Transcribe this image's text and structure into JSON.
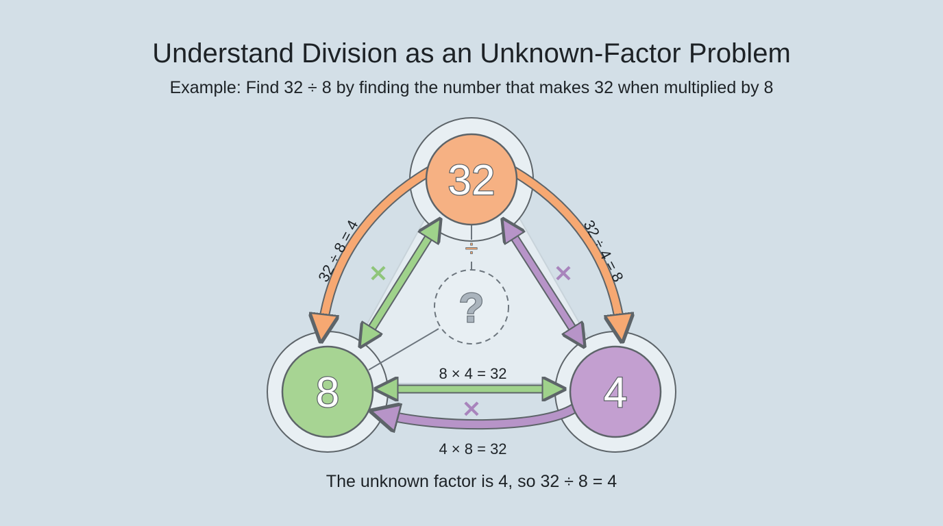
{
  "title": "Understand Division as an Unknown-Factor Problem",
  "subtitle": "Example: Find 32 ÷ 8 by finding the number that makes 32 when multiplied by 8",
  "footer": "The unknown factor is 4, so 32 ÷ 8 = 4",
  "nodes": {
    "top": {
      "value": "32",
      "color": "#f6b183"
    },
    "left": {
      "value": "8",
      "color": "#a7d493"
    },
    "right": {
      "value": "4",
      "color": "#c39fd0"
    }
  },
  "center": {
    "symbol": "?",
    "operator": "÷"
  },
  "equations": {
    "left_edge": "32 ÷ 8 = 4",
    "right_edge": "32 ÷ 4 = 8",
    "bottom_top": "8 × 4 = 32",
    "bottom_bottom": "4 × 8 = 32"
  },
  "times_symbol": "×",
  "colors": {
    "orange": "#f6a872",
    "green": "#9fd28b",
    "purple": "#b794c8",
    "outline": "#5d6469",
    "background": "#d3dfe7"
  }
}
